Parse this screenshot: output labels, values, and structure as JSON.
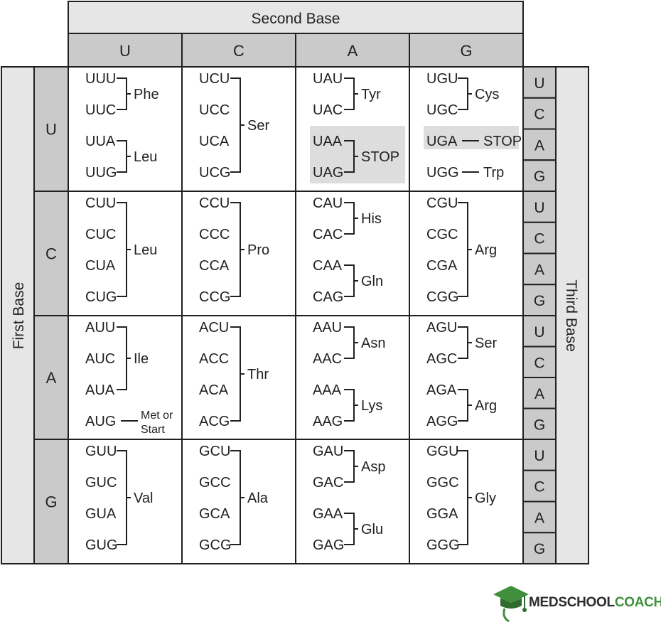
{
  "headers": {
    "second_base": "Second Base",
    "first_base": "First Base",
    "third_base": "Third Base"
  },
  "bases": [
    "U",
    "C",
    "A",
    "G"
  ],
  "table": [
    [
      {
        "codons": [
          "UUU",
          "UUC",
          "UUA",
          "UUG"
        ],
        "groups": [
          {
            "rows": [
              0,
              1
            ],
            "label": "Phe"
          },
          {
            "rows": [
              2,
              3
            ],
            "label": "Leu"
          }
        ]
      },
      {
        "codons": [
          "UCU",
          "UCC",
          "UCA",
          "UCG"
        ],
        "groups": [
          {
            "rows": [
              0,
              3
            ],
            "label": "Ser"
          }
        ]
      },
      {
        "codons": [
          "UAU",
          "UAC",
          "UAA",
          "UAG"
        ],
        "groups": [
          {
            "rows": [
              0,
              1
            ],
            "label": "Tyr"
          },
          {
            "rows": [
              2,
              3
            ],
            "label": "STOP",
            "highlight": true
          }
        ]
      },
      {
        "codons": [
          "UGU",
          "UGC",
          "UGA",
          "UGG"
        ],
        "groups": [
          {
            "rows": [
              0,
              1
            ],
            "label": "Cys"
          },
          {
            "rows": [
              2,
              2
            ],
            "label": "STOP",
            "highlight": true
          },
          {
            "rows": [
              3,
              3
            ],
            "label": "Trp"
          }
        ]
      }
    ],
    [
      {
        "codons": [
          "CUU",
          "CUC",
          "CUA",
          "CUG"
        ],
        "groups": [
          {
            "rows": [
              0,
              3
            ],
            "label": "Leu"
          }
        ]
      },
      {
        "codons": [
          "CCU",
          "CCC",
          "CCA",
          "CCG"
        ],
        "groups": [
          {
            "rows": [
              0,
              3
            ],
            "label": "Pro"
          }
        ]
      },
      {
        "codons": [
          "CAU",
          "CAC",
          "CAA",
          "CAG"
        ],
        "groups": [
          {
            "rows": [
              0,
              1
            ],
            "label": "His"
          },
          {
            "rows": [
              2,
              3
            ],
            "label": "Gln"
          }
        ]
      },
      {
        "codons": [
          "CGU",
          "CGC",
          "CGA",
          "CGG"
        ],
        "groups": [
          {
            "rows": [
              0,
              3
            ],
            "label": "Arg"
          }
        ]
      }
    ],
    [
      {
        "codons": [
          "AUU",
          "AUC",
          "AUA",
          "AUG"
        ],
        "groups": [
          {
            "rows": [
              0,
              2
            ],
            "label": "Ile"
          },
          {
            "rows": [
              3,
              3
            ],
            "label": "Met or Start",
            "lines": [
              "Met or",
              "Start"
            ]
          }
        ]
      },
      {
        "codons": [
          "ACU",
          "ACC",
          "ACA",
          "ACG"
        ],
        "groups": [
          {
            "rows": [
              0,
              3
            ],
            "label": "Thr"
          }
        ]
      },
      {
        "codons": [
          "AAU",
          "AAC",
          "AAA",
          "AAG"
        ],
        "groups": [
          {
            "rows": [
              0,
              1
            ],
            "label": "Asn"
          },
          {
            "rows": [
              2,
              3
            ],
            "label": "Lys"
          }
        ]
      },
      {
        "codons": [
          "AGU",
          "AGC",
          "AGA",
          "AGG"
        ],
        "groups": [
          {
            "rows": [
              0,
              1
            ],
            "label": "Ser"
          },
          {
            "rows": [
              2,
              3
            ],
            "label": "Arg"
          }
        ]
      }
    ],
    [
      {
        "codons": [
          "GUU",
          "GUC",
          "GUA",
          "GUG"
        ],
        "groups": [
          {
            "rows": [
              0,
              3
            ],
            "label": "Val"
          }
        ]
      },
      {
        "codons": [
          "GCU",
          "GCC",
          "GCA",
          "GCG"
        ],
        "groups": [
          {
            "rows": [
              0,
              3
            ],
            "label": "Ala"
          }
        ]
      },
      {
        "codons": [
          "GAU",
          "GAC",
          "GAA",
          "GAG"
        ],
        "groups": [
          {
            "rows": [
              0,
              1
            ],
            "label": "Asp"
          },
          {
            "rows": [
              2,
              3
            ],
            "label": "Glu"
          }
        ]
      },
      {
        "codons": [
          "GGU",
          "GGC",
          "GGA",
          "GGG"
        ],
        "groups": [
          {
            "rows": [
              0,
              3
            ],
            "label": "Gly"
          }
        ]
      }
    ]
  ],
  "brand": {
    "part1": "MEDSCHOOL",
    "part2": "COACH",
    "icon": "graduation-cap-icon"
  },
  "colors": {
    "header_light": "#e6e6e7",
    "header_dark": "#cacaca",
    "highlight": "#dddddd",
    "brand_green": "#3f8f3c"
  }
}
